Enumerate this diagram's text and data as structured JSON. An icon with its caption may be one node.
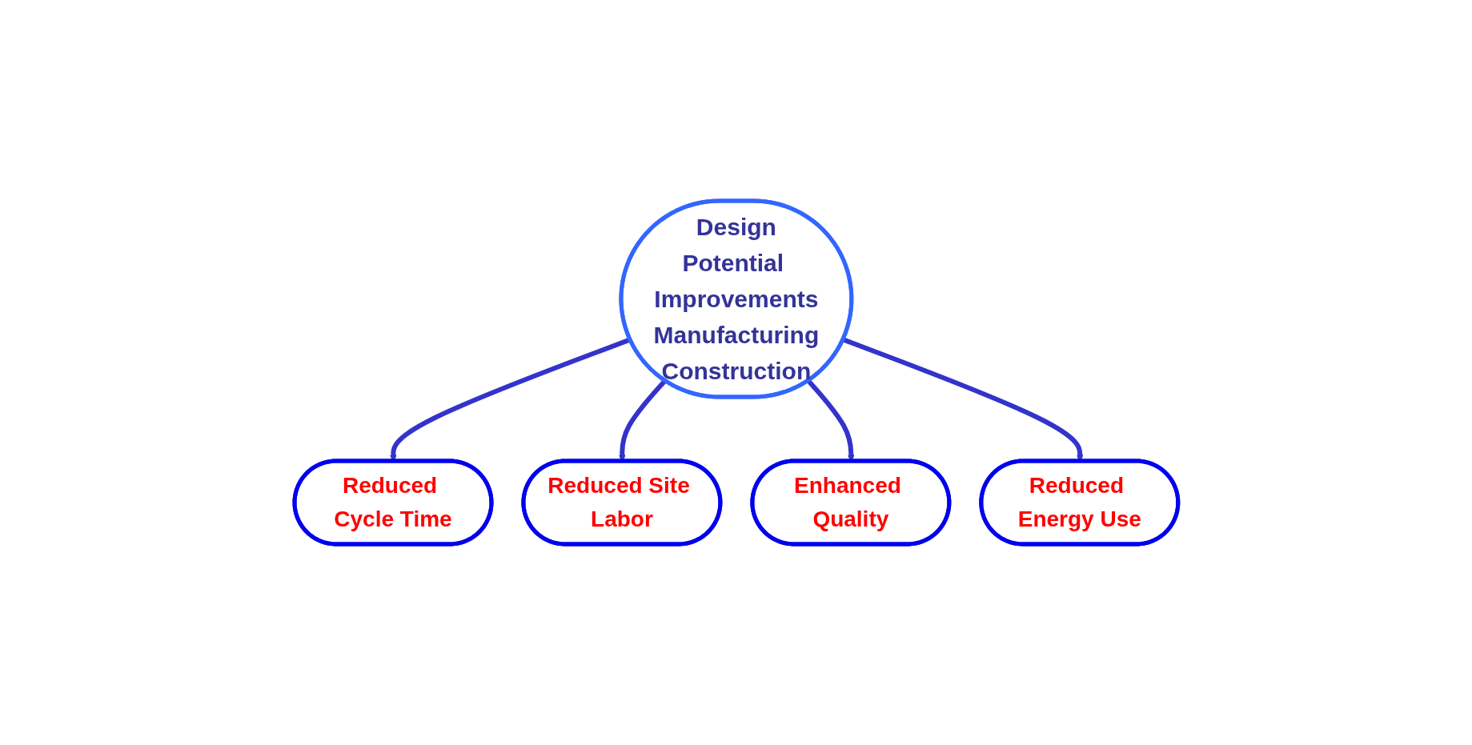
{
  "diagram": {
    "nodes": [
      {
        "text": [
          "Design",
          "Potential Improvements",
          "Manufacturing",
          "Construction"
        ]
      },
      {
        "text": [
          "Reduced Cycle Time"
        ]
      },
      {
        "text": [
          "Reduced Site Labor"
        ]
      },
      {
        "text": [
          "Enhanced Quality"
        ]
      },
      {
        "text": [
          "Reduced Energy Use"
        ]
      }
    ],
    "edges": [
      {
        "from": 0,
        "to": 1,
        "arrow": "to"
      },
      {
        "from": 0,
        "to": 2,
        "arrow": "to"
      },
      {
        "from": 0,
        "to": 3,
        "arrow": "to"
      },
      {
        "from": 0,
        "to": 4,
        "arrow": "to"
      }
    ]
  }
}
